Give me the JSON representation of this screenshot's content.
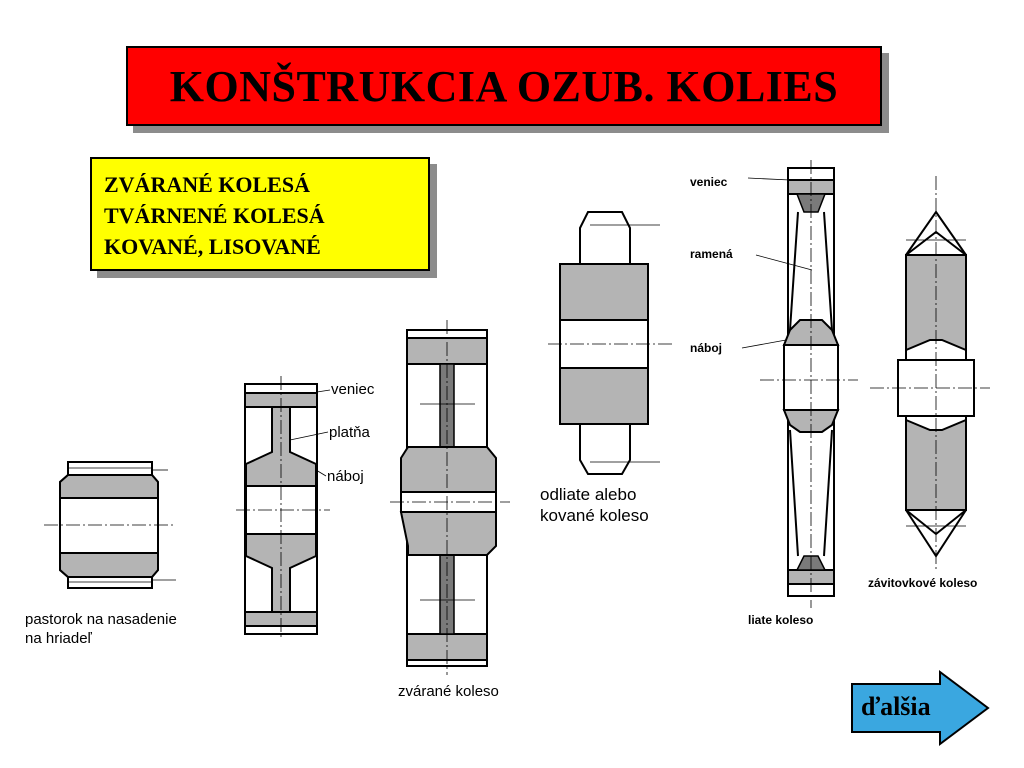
{
  "title": "KONŠTRUKCIA OZUB. KOLIES",
  "types": [
    "ZVÁRANÉ KOLESÁ",
    "TVÁRNENÉ KOLESÁ",
    "KOVANÉ, LISOVANÉ"
  ],
  "labels": {
    "pinion_line1": "pastorok na nasadenie",
    "pinion_line2": "na hriadeľ",
    "veniec": "veniec",
    "platna": "platňa",
    "naboj": "náboj",
    "welded": "zvárané koleso",
    "cast_line1": "odliate alebo",
    "cast_line2": "kované koleso",
    "big_veniec": "veniec",
    "big_ramena": "ramená",
    "big_naboj": "náboj",
    "big_caption": "liate koleso",
    "worm_caption": "závitovkové koleso"
  },
  "next_button": {
    "label": "ďalšia"
  },
  "colors": {
    "title_bg": "#ff0000",
    "types_bg": "#ffff00",
    "next_bg": "#3aa7e0",
    "metal": "#b4b4b4",
    "metal_dark": "#7a7a7a"
  }
}
